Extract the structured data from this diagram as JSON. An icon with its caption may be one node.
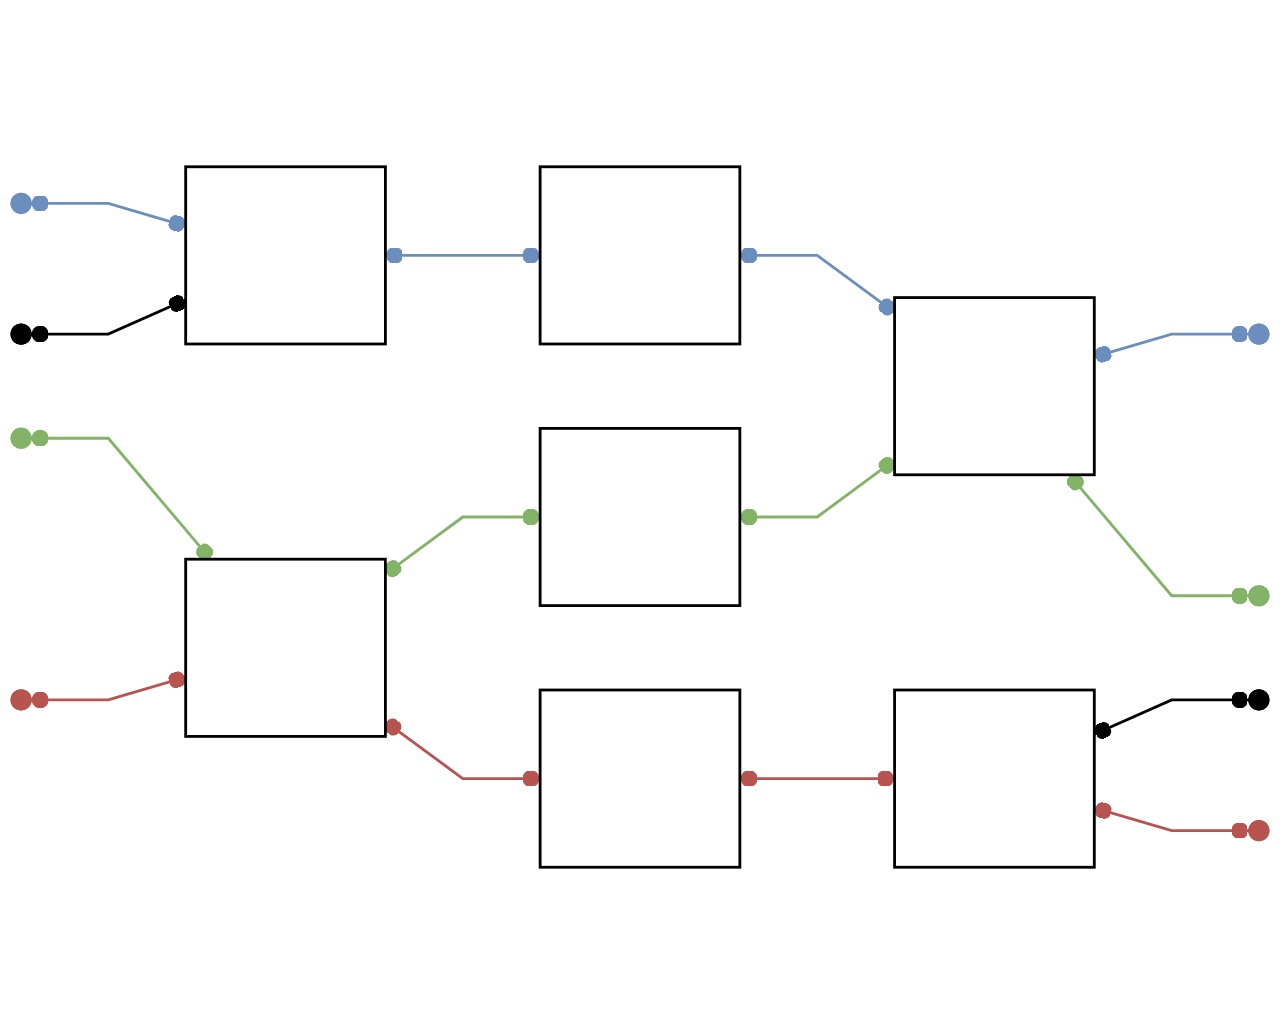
{
  "diagram": {
    "nodes": [
      {
        "text": [],
        "shape": "circle"
      },
      {
        "text": [],
        "shape": "circle"
      },
      {
        "text": [],
        "shape": "circle"
      },
      {
        "text": [],
        "shape": "circle"
      },
      {
        "text": [],
        "shape": "box"
      },
      {
        "text": [],
        "shape": "box"
      },
      {
        "text": [],
        "shape": "box"
      },
      {
        "text": [],
        "shape": "box"
      },
      {
        "text": [],
        "shape": "box"
      },
      {
        "text": [],
        "shape": "box"
      },
      {
        "text": [],
        "shape": "box"
      },
      {
        "text": [],
        "shape": "circle"
      },
      {
        "text": [],
        "shape": "circle"
      },
      {
        "text": [],
        "shape": "circle"
      },
      {
        "text": [],
        "shape": "circle"
      }
    ],
    "edges": [
      {
        "from": 0,
        "to": 4,
        "arrow": "other",
        "color": "#6c8ebf"
      },
      {
        "from": 1,
        "to": 4,
        "arrow": "other",
        "color": "#000000"
      },
      {
        "from": 2,
        "to": 5,
        "arrow": "other",
        "color": "#82b366"
      },
      {
        "from": 3,
        "to": 5,
        "arrow": "other",
        "color": "#b85450"
      },
      {
        "from": 4,
        "to": 6,
        "arrow": "other",
        "color": "#6c8ebf"
      },
      {
        "from": 5,
        "to": 7,
        "arrow": "other",
        "color": "#82b366"
      },
      {
        "from": 5,
        "to": 8,
        "arrow": "other",
        "color": "#b85450"
      },
      {
        "from": 6,
        "to": 9,
        "arrow": "other",
        "color": "#6c8ebf"
      },
      {
        "from": 7,
        "to": 9,
        "arrow": "other",
        "color": "#82b366"
      },
      {
        "from": 8,
        "to": 10,
        "arrow": "other",
        "color": "#b85450"
      },
      {
        "from": 9,
        "to": 11,
        "arrow": "other",
        "color": "#6c8ebf"
      },
      {
        "from": 9,
        "to": 12,
        "arrow": "other",
        "color": "#82b366"
      },
      {
        "from": 10,
        "to": 13,
        "arrow": "other",
        "color": "#000000"
      },
      {
        "from": 10,
        "to": 14,
        "arrow": "other",
        "color": "#b85450"
      }
    ]
  }
}
